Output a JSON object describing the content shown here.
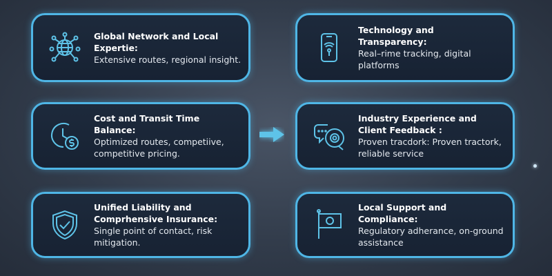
{
  "cards": [
    {
      "title": "Global Network and Local Expertie:",
      "desc": "Extensive routes, regional insight.",
      "icon": "globe-network-icon"
    },
    {
      "title": "Technology and Transparency:",
      "desc": "Real–rime tracking, digital platforms",
      "icon": "smartphone-signal-icon"
    },
    {
      "title": "Cost and Transit Time Balance:",
      "desc": "Optimized routes, competiive, competitive pricing.",
      "icon": "clock-dollar-icon"
    },
    {
      "title": "Industry Experience and Client Feedback :",
      "desc": "Proven tracdork: Proven tractork, reliable service",
      "icon": "chat-gear-icon"
    },
    {
      "title": "Unified Liability and Comprhensive Insurance:",
      "desc": "Single point of contact, risk mitigation.",
      "icon": "shield-check-icon"
    },
    {
      "title": "Local Support and Compliance:",
      "desc": "Regulatory adherance, on-ground assistance",
      "icon": "flag-icon"
    }
  ],
  "colors": {
    "accent": "#4fb6e6",
    "card_bg": "#1b2738"
  }
}
